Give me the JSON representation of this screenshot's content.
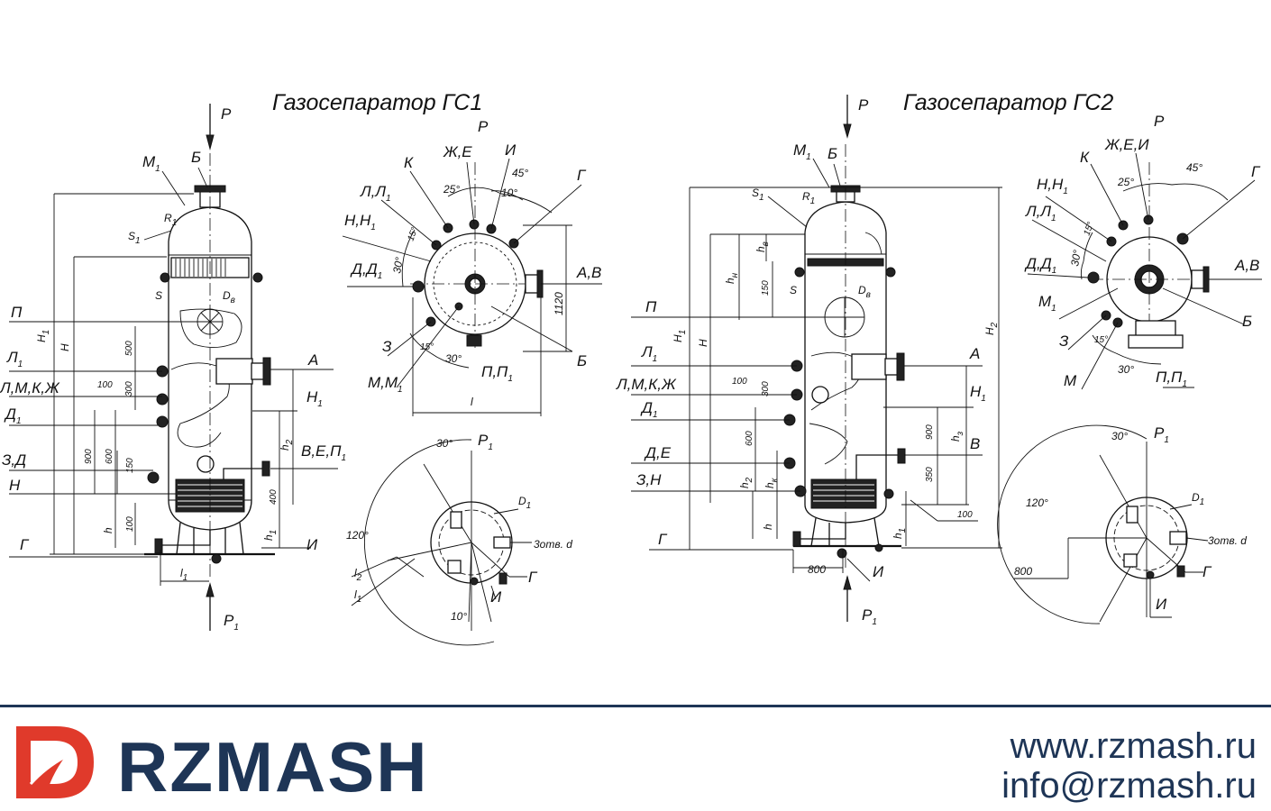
{
  "brand": {
    "name": "RZMASH",
    "website": "www.rzmash.ru",
    "email": "info@rzmash.ru",
    "accent_color": "#e03a2b",
    "brand_color": "#1e3556",
    "logo_icon": "rzmash-logo-icon"
  },
  "gs1": {
    "title": "Газосепаратор ГС1",
    "front": {
      "P": "P",
      "P1": "P",
      "P1_sub": "1",
      "M1": "М",
      "M1_sub": "1",
      "B": "Б",
      "R1": "R",
      "R1_sub": "1",
      "S1": "S",
      "S1_sub": "1",
      "S": "S",
      "Dv": "D",
      "Dv_sub": "в",
      "Pi": "П",
      "L1": "Л",
      "L1_sub": "1",
      "LKZh": "Л,М,К,Ж",
      "D1": "Д",
      "D1_sub": "1",
      "ZD": "З,Д",
      "N": "Н",
      "G": "Г",
      "A": "А",
      "N1": "Н",
      "N1_sub": "1",
      "VEP1": "В,Е,П",
      "VEP1_sub": "1",
      "I": "И",
      "H1": "H",
      "H1_sub": "1",
      "H": "H",
      "h2": "h",
      "h2_sub": "2",
      "h1": "h",
      "h1_sub": "1",
      "h": "h",
      "l1": "l",
      "l1_sub": "1",
      "dim_500": "500",
      "dim_300": "300",
      "dim_100a": "100",
      "dim_900": "900",
      "dim_600": "600",
      "dim_150": "150",
      "dim_100b": "100",
      "dim_400": "400"
    },
    "top": {
      "P": "P",
      "K": "К",
      "ZhE": "Ж,Е",
      "I": "И",
      "LL1": "Л,Л",
      "LL1_sub": "1",
      "NN1": "Н,Н",
      "NN1_sub": "1",
      "DD1": "Д,Д",
      "DD1_sub": "1",
      "Z": "З",
      "MM1": "М,М",
      "MM1_sub": "1",
      "G": "Г",
      "AV": "А,В",
      "B": "Б",
      "PP1": "П,П",
      "PP1_sub": "1",
      "l": "l",
      "deg25": "25°",
      "deg45": "45°",
      "deg10": "10°",
      "deg15a": "15°",
      "deg30a": "30°",
      "deg15b": "15°",
      "deg30b": "30°",
      "dim_1120": "1120"
    },
    "bottom": {
      "P1": "P",
      "P1_sub": "1",
      "deg30": "30°",
      "deg120": "120°",
      "deg10": "10°",
      "D1": "D",
      "D1_sub": "1",
      "holes": "3отв. d",
      "G": "Г",
      "I": "И",
      "l1": "l",
      "l1_sub": "1",
      "l2": "l",
      "l2_sub": "2"
    }
  },
  "gs2": {
    "title": "Газосепаратор ГС2",
    "front": {
      "P": "P",
      "P1": "P",
      "P1_sub": "1",
      "M1": "М",
      "M1_sub": "1",
      "B": "Б",
      "S1": "S",
      "S1_sub": "1",
      "R1": "R",
      "R1_sub": "1",
      "S": "S",
      "Dv": "D",
      "Dv_sub": "в",
      "Pi": "П",
      "L1": "Л",
      "L1_sub": "1",
      "LMKZh": "Л,М,К,Ж",
      "D1": "Д",
      "D1_sub": "1",
      "DE": "Д,Е",
      "ZN": "З,Н",
      "G": "Г",
      "A": "А",
      "N1": "Н",
      "N1_sub": "1",
      "V": "В",
      "I": "И",
      "H1": "H",
      "H1_sub": "1",
      "H": "H",
      "H2": "H",
      "H2_sub": "2",
      "hn": "h",
      "hn_sub": "н",
      "hv": "h",
      "hv_sub": "в",
      "h2": "h",
      "h2_sub": "2",
      "hk": "h",
      "hk_sub": "к",
      "h": "h",
      "h1": "h",
      "h1_sub": "1",
      "hz": "h",
      "hz_sub": "з",
      "dim_150": "150",
      "dim_100a": "100",
      "dim_300": "300",
      "dim_600": "600",
      "dim_900": "900",
      "dim_350": "350",
      "dim_100b": "100",
      "dim_800": "800"
    },
    "top": {
      "P": "P",
      "ZhEI": "Ж,Е,И",
      "K": "К",
      "NN1": "Н,Н",
      "NN1_sub": "1",
      "LL1": "Л,Л",
      "LL1_sub": "1",
      "DD1": "Д,Д",
      "DD1_sub": "1",
      "M1": "М",
      "M1_sub": "1",
      "Z": "З",
      "M": "М",
      "G": "Г",
      "AV": "А,В",
      "B": "Б",
      "PP1": "П,П",
      "PP1_sub": "1",
      "deg25": "25°",
      "deg45": "45°",
      "deg15a": "15°",
      "deg30a": "30°",
      "deg15b": "15°",
      "deg30b": "30°"
    },
    "bottom": {
      "P1": "P",
      "P1_sub": "1",
      "deg30": "30°",
      "deg120": "120°",
      "dim_800": "800",
      "D1": "D",
      "D1_sub": "1",
      "holes": "3отв. d",
      "G": "Г",
      "I": "И"
    }
  }
}
